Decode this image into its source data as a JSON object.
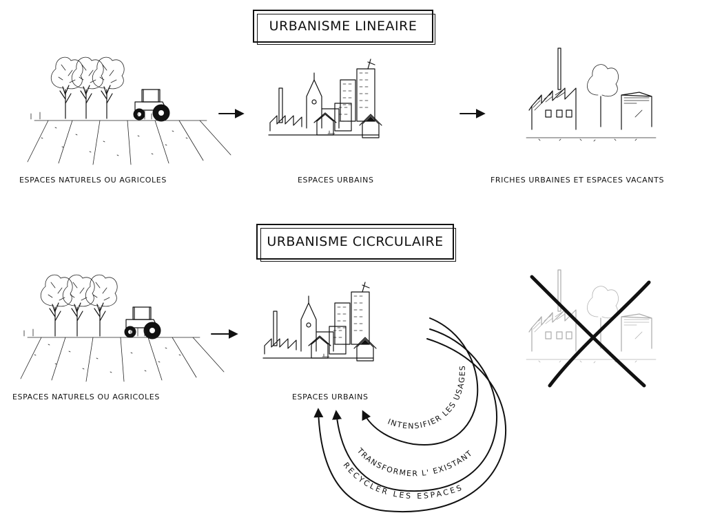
{
  "linear": {
    "title": "URBANISME LINEAIRE",
    "captions": {
      "natural": "ESPACES NATURELS OU AGRICOLES",
      "urban": "ESPACES URBAINS",
      "wasteland": "FRICHES URBAINES ET ESPACES VACANTS"
    }
  },
  "circular": {
    "title": "URBANISME CICRCULAIRE",
    "captions": {
      "natural": "ESPACES NATURELS OU AGRICOLES",
      "urban": "ESPACES URBAINS"
    },
    "loops": {
      "intensify": "INTENSIFIER LES USAGES",
      "transform": "TRANSFORMER L' EXISTANT",
      "recycle": "RECYCLER LES ESPACES"
    }
  }
}
